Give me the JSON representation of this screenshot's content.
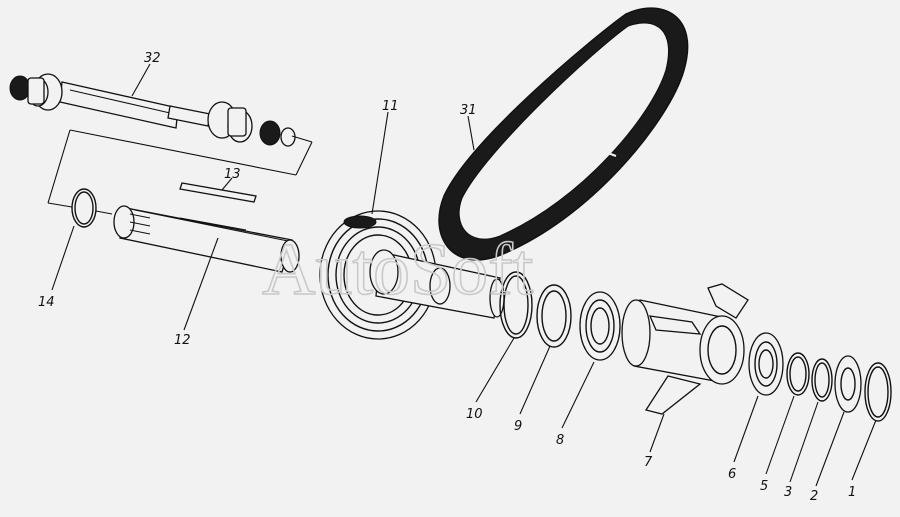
{
  "watermark": "AutoSoft",
  "callouts": {
    "c1": "1",
    "c2": "2",
    "c3": "3",
    "c5": "5",
    "c6": "6",
    "c7": "7",
    "c8": "8",
    "c9": "9",
    "c10": "10",
    "c11": "11",
    "c12": "12",
    "c13": "13",
    "c14": "14",
    "c31": "31",
    "c32": "32"
  },
  "colors": {
    "ink": "#111111",
    "paper": "#f2f2f2",
    "watermark": "#c9c9c9"
  }
}
